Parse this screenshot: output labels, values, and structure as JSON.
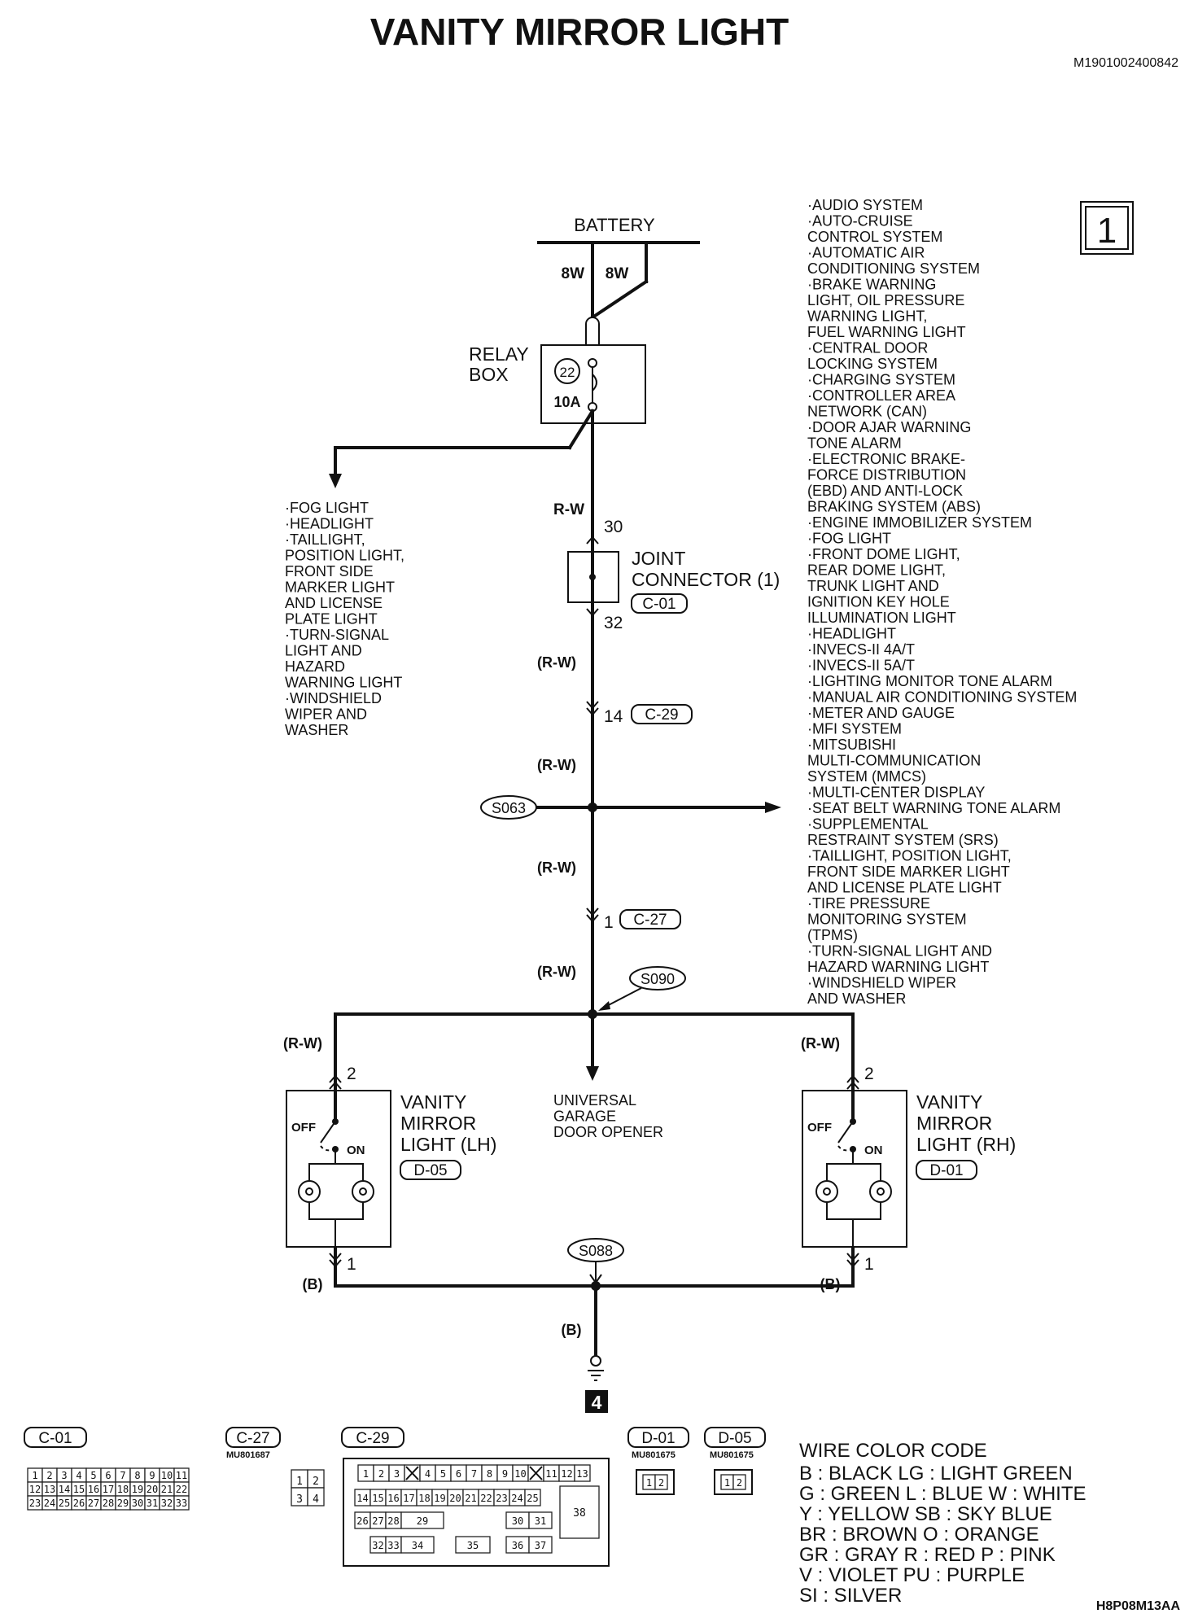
{
  "title": "VANITY MIRROR LIGHT",
  "doc_code": "M1901002400842",
  "page_marker": "1",
  "footer_code": "H8P08M13AA",
  "battery": {
    "label": "BATTERY",
    "wire_left": "8W",
    "wire_right": "8W"
  },
  "relay_box": {
    "label_line1": "RELAY",
    "label_line2": "BOX",
    "fuse_number": "22",
    "fuse_rating": "10A"
  },
  "left_branch_systems": [
    "·FOG LIGHT",
    "·HEADLIGHT",
    "·TAILLIGHT,",
    "POSITION LIGHT,",
    "FRONT SIDE",
    "MARKER LIGHT",
    "AND LICENSE",
    "PLATE LIGHT",
    "·TURN-SIGNAL",
    "LIGHT AND",
    "HAZARD",
    "WARNING LIGHT",
    "·WINDSHIELD",
    "WIPER AND",
    "WASHER"
  ],
  "right_systems": [
    "·AUDIO SYSTEM",
    "·AUTO-CRUISE",
    "CONTROL SYSTEM",
    "·AUTOMATIC AIR",
    "CONDITIONING SYSTEM",
    "·BRAKE WARNING",
    "LIGHT, OIL PRESSURE",
    "WARNING LIGHT,",
    "FUEL WARNING LIGHT",
    "·CENTRAL DOOR",
    "LOCKING SYSTEM",
    "·CHARGING SYSTEM",
    "·CONTROLLER AREA",
    "NETWORK (CAN)",
    "·DOOR AJAR WARNING",
    "TONE ALARM",
    "·ELECTRONIC BRAKE-",
    "FORCE DISTRIBUTION",
    "(EBD) AND ANTI-LOCK",
    "BRAKING SYSTEM (ABS)",
    "·ENGINE IMMOBILIZER SYSTEM",
    "·FOG LIGHT",
    "·FRONT DOME LIGHT,",
    "REAR DOME LIGHT,",
    "TRUNK LIGHT AND",
    "IGNITION KEY HOLE",
    "ILLUMINATION LIGHT",
    "·HEADLIGHT",
    "·INVECS-II 4A/T",
    "·INVECS-II 5A/T",
    "·LIGHTING MONITOR TONE ALARM",
    "·MANUAL AIR CONDITIONING SYSTEM",
    "·METER AND GAUGE",
    "·MFI SYSTEM",
    "·MITSUBISHI",
    "MULTI-COMMUNICATION",
    "SYSTEM (MMCS)",
    "·MULTI-CENTER DISPLAY",
    "·SEAT BELT WARNING TONE ALARM",
    "·SUPPLEMENTAL",
    "RESTRAINT SYSTEM (SRS)",
    "·TAILLIGHT, POSITION LIGHT,",
    "FRONT SIDE MARKER LIGHT",
    "AND LICENSE PLATE LIGHT",
    "·TIRE PRESSURE",
    "MONITORING SYSTEM",
    "(TPMS)",
    "·TURN-SIGNAL LIGHT AND",
    "HAZARD WARNING LIGHT",
    "·WINDSHIELD WIPER",
    "AND WASHER"
  ],
  "wires": {
    "rw": "R-W",
    "rw_paren": "(R-W)",
    "b_paren": "(B)"
  },
  "joint_connector": {
    "line1": "JOINT",
    "line2": "CONNECTOR (1)",
    "id": "C-01",
    "pin_in": "30",
    "pin_out": "32"
  },
  "connector_c29": {
    "pin": "14",
    "id": "C-29"
  },
  "connector_c27": {
    "pin": "1",
    "id": "C-27"
  },
  "splices": {
    "s063": "S063",
    "s090": "S090",
    "s088": "S088"
  },
  "garage": [
    "UNIVERSAL",
    "GARAGE",
    "DOOR OPENER"
  ],
  "vanity_lh": {
    "line1": "VANITY",
    "line2": "MIRROR",
    "line3": "LIGHT (LH)",
    "id": "D-05",
    "pin_top": "2",
    "pin_bottom": "1",
    "off": "OFF",
    "on": "ON"
  },
  "vanity_rh": {
    "line1": "VANITY",
    "line2": "MIRROR",
    "line3": "LIGHT (RH)",
    "id": "D-01",
    "pin_top": "2",
    "pin_bottom": "1",
    "off": "OFF",
    "on": "ON"
  },
  "ground_number": "4",
  "connector_views": {
    "c01": {
      "id": "C-01",
      "rows": [
        [
          "1",
          "2",
          "3",
          "4",
          "5",
          "6",
          "7",
          "8",
          "9",
          "10",
          "11"
        ],
        [
          "12",
          "13",
          "14",
          "15",
          "16",
          "17",
          "18",
          "19",
          "20",
          "21",
          "22"
        ],
        [
          "23",
          "24",
          "25",
          "26",
          "27",
          "28",
          "29",
          "30",
          "31",
          "32",
          "33"
        ]
      ]
    },
    "c27": {
      "id": "C-27",
      "part": "MU801687",
      "rows": [
        [
          "1",
          "2"
        ],
        [
          "3",
          "4"
        ]
      ]
    },
    "c29": {
      "id": "C-29",
      "row1": [
        "1",
        "2",
        "3",
        "X",
        "4",
        "5",
        "6",
        "7",
        "8",
        "9",
        "10",
        "X",
        "11",
        "12",
        "13"
      ],
      "row2": [
        "14",
        "15",
        "16",
        "17",
        "18",
        "19",
        "20",
        "21",
        "22",
        "23",
        "24",
        "25"
      ],
      "row3": [
        "26",
        "27",
        "28",
        "29",
        "30",
        "31"
      ],
      "row4": [
        "32",
        "33",
        "34",
        "35",
        "36",
        "37"
      ],
      "big": "38"
    },
    "d01": {
      "id": "D-01",
      "part": "MU801675",
      "pins": [
        "1",
        "2"
      ]
    },
    "d05": {
      "id": "D-05",
      "part": "MU801675",
      "pins": [
        "1",
        "2"
      ]
    }
  },
  "wire_color_code": {
    "title": "WIRE COLOR CODE",
    "lines": [
      "B : BLACK     LG : LIGHT GREEN",
      "G : GREEN      L : BLUE    W : WHITE",
      "Y : YELLOW     SB : SKY BLUE",
      "BR : BROWN      O : ORANGE",
      "GR : GRAY      R : RED     P : PINK",
      "V : VIOLET     PU : PURPLE",
      "SI : SILVER"
    ]
  }
}
